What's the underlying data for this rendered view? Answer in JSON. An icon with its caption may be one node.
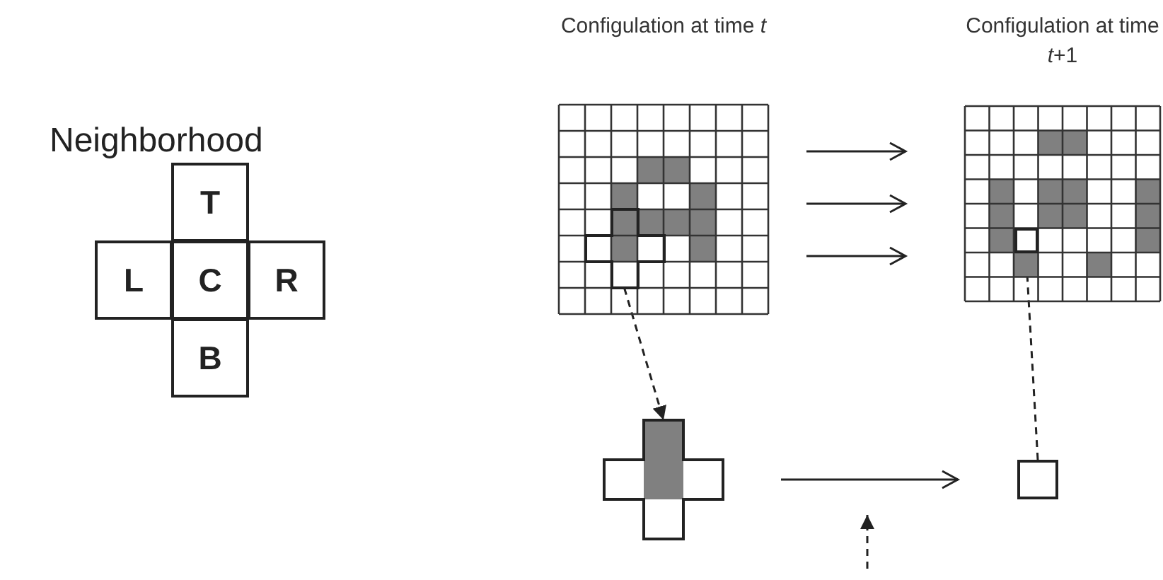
{
  "diagram": {
    "nodes": [
      {
        "text": [
          "T"
        ]
      },
      {
        "text": [
          "L"
        ]
      },
      {
        "text": [
          "C"
        ]
      },
      {
        "text": [
          "R"
        ]
      },
      {
        "text": [
          "B"
        ]
      },
      {
        "text": [
          "Configulation at time *t*"
        ]
      },
      {
        "text": [
          "Configulation at time *t*+1"
        ]
      },
      {
        "text": [],
        "shape": "cross",
        "in": 5
      },
      {
        "text": [],
        "shape": "box",
        "in": 6
      },
      {
        "text": [],
        "shape": "cross"
      },
      {
        "text": [],
        "shape": "box"
      }
    ],
    "edges": [
      {
        "from": 5,
        "to": 6,
        "arrow": "to"
      },
      {
        "from": 5,
        "to": 6,
        "arrow": "to"
      },
      {
        "from": 5,
        "to": 6,
        "arrow": "to"
      },
      {
        "from": 7,
        "to": 9,
        "arrow": "to",
        "style": "dashed"
      },
      {
        "from": 9,
        "to": 10,
        "arrow": "to"
      },
      {
        "from": 10,
        "to": 8,
        "arrow": "to",
        "style": "dashed"
      }
    ],
    "labels": [
      "Neighborhood"
    ]
  }
}
